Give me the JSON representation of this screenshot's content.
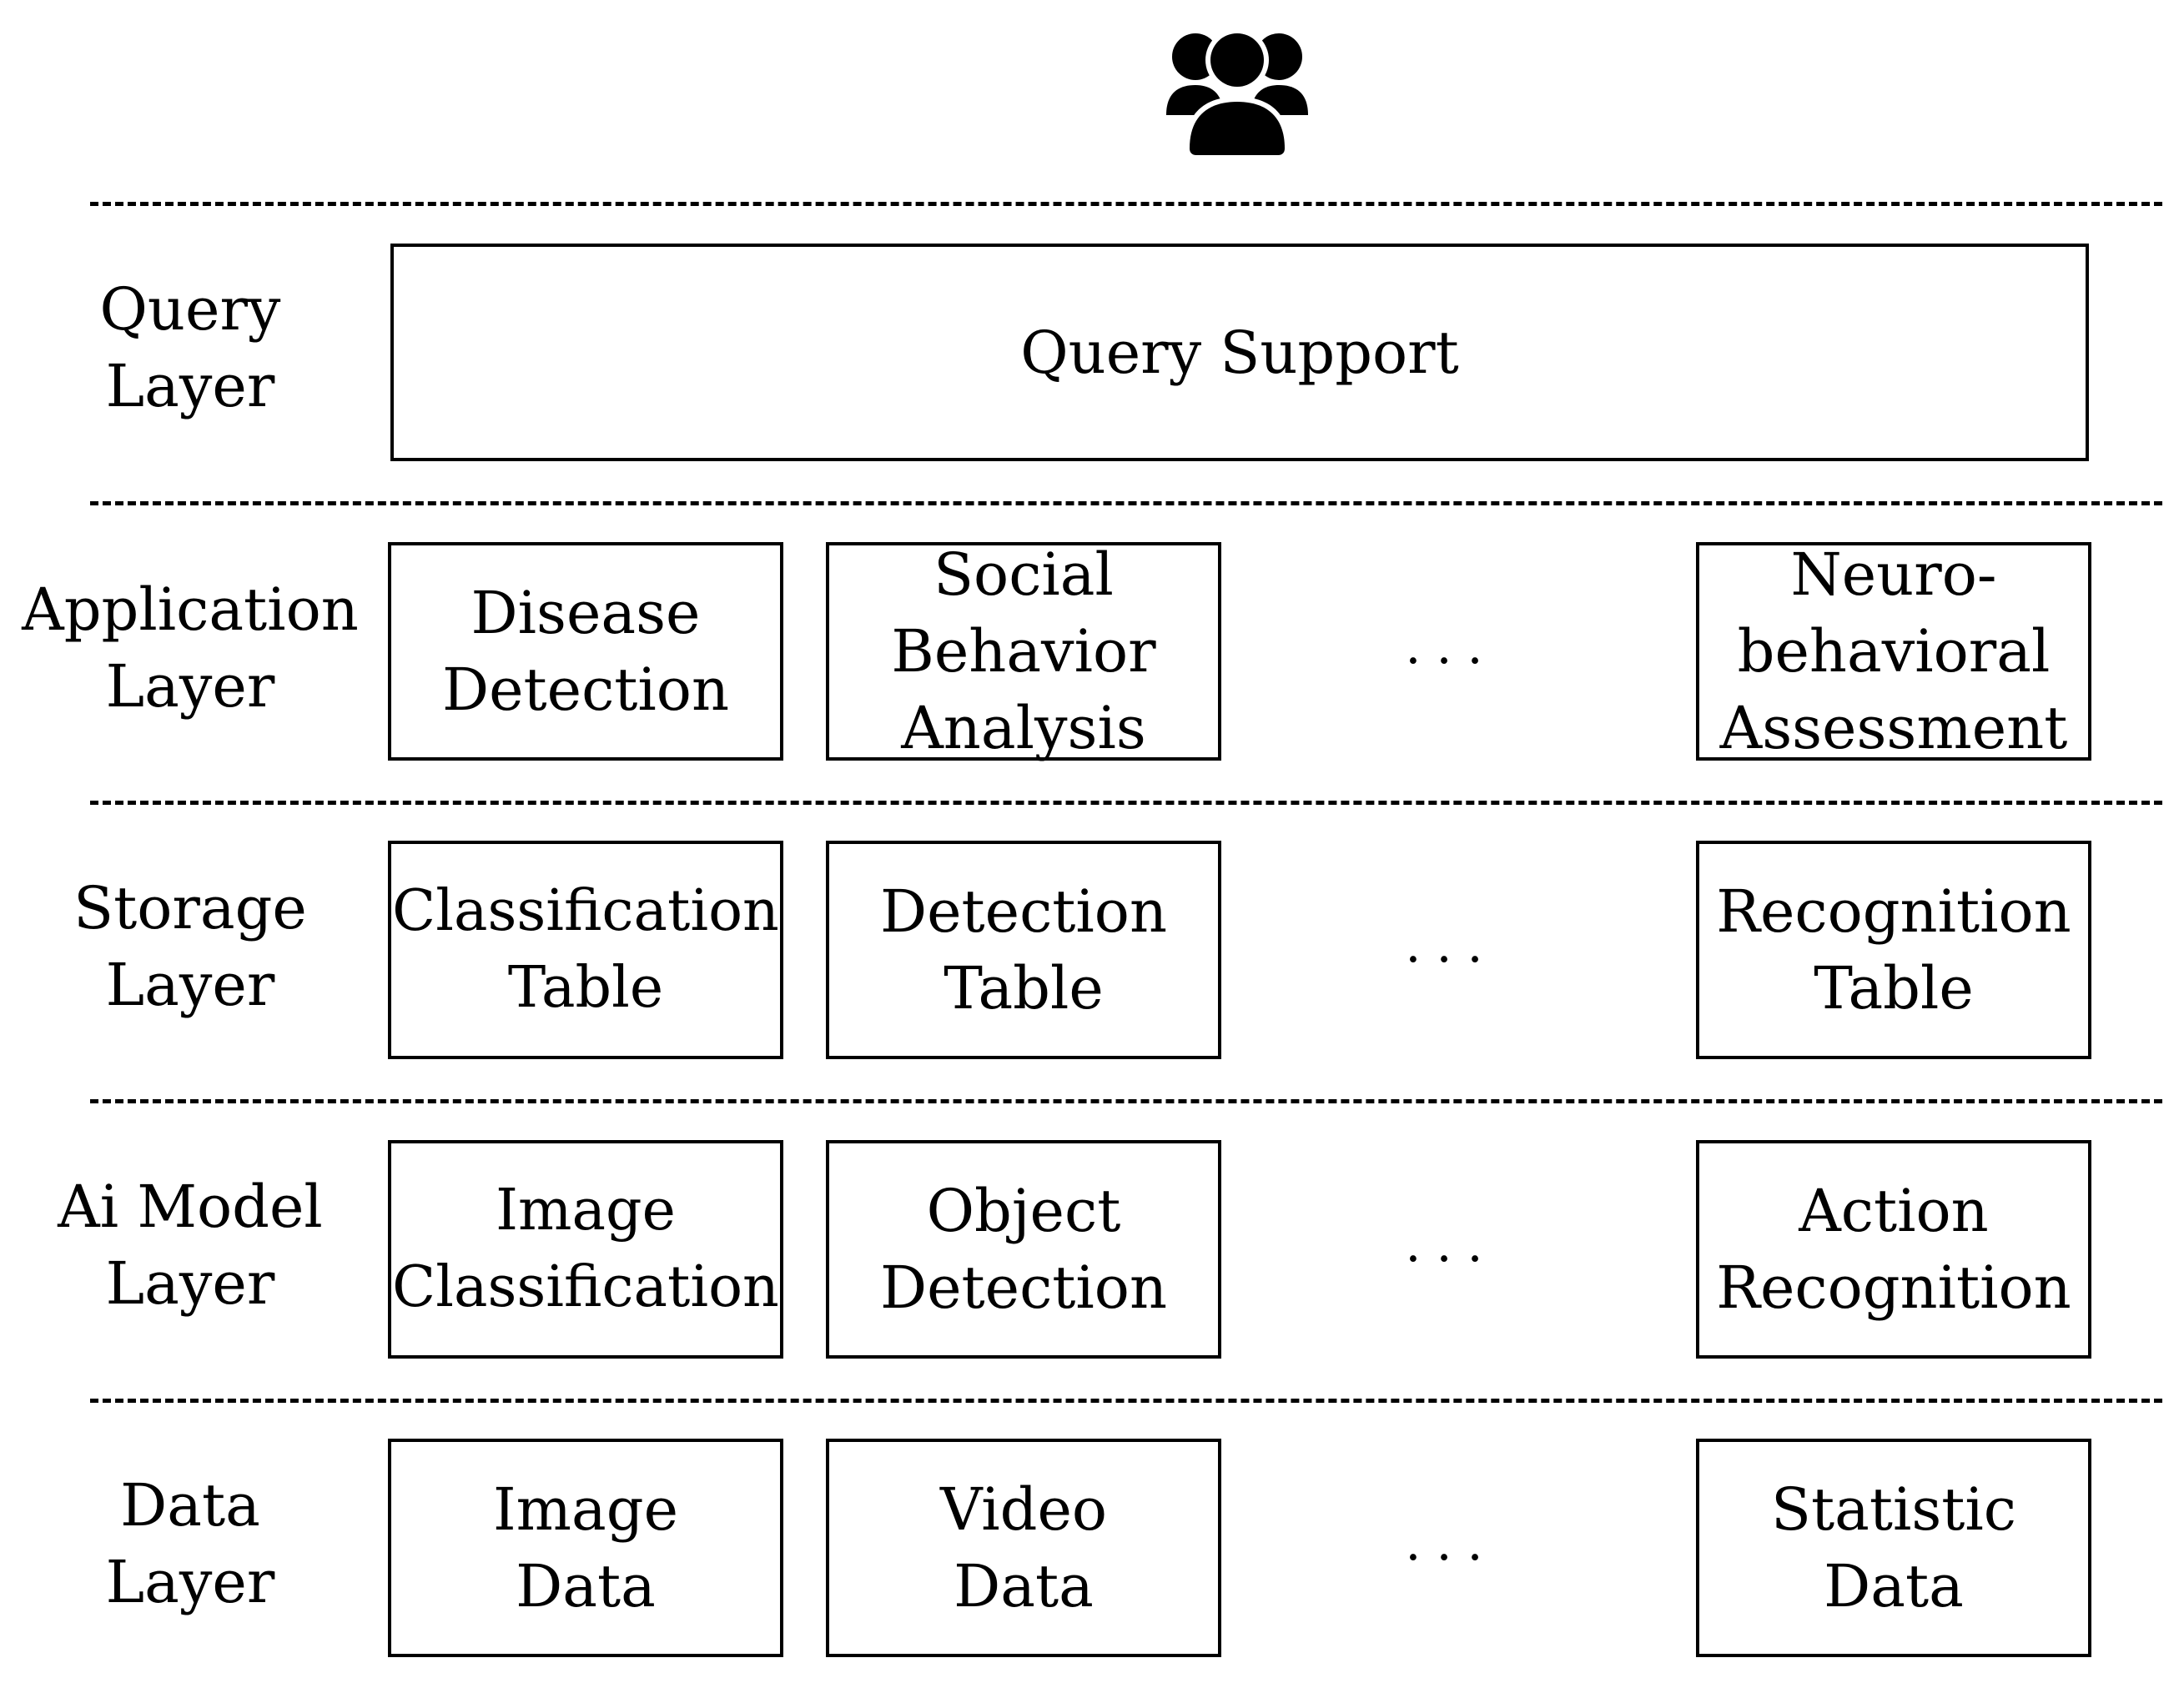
{
  "icon": {
    "name": "users-group-icon",
    "color": "#000000"
  },
  "query_layer": {
    "label": [
      "Query",
      "Layer"
    ],
    "box": [
      "Query Support"
    ]
  },
  "application_layer": {
    "label": [
      "Application",
      "Layer"
    ],
    "boxes": [
      [
        "Disease",
        "Detection"
      ],
      [
        "Social",
        "Behavior",
        "Analysis"
      ],
      [
        "Neuro-",
        "behavioral",
        "Assessment"
      ]
    ],
    "ellipsis": "..."
  },
  "storage_layer": {
    "label": [
      "Storage",
      "Layer"
    ],
    "boxes": [
      [
        "Classification",
        "Table"
      ],
      [
        "Detection",
        "Table"
      ],
      [
        "Recognition",
        "Table"
      ]
    ],
    "ellipsis": "..."
  },
  "ai_model_layer": {
    "label": [
      "Ai Model",
      "Layer"
    ],
    "boxes": [
      [
        "Image",
        "Classification"
      ],
      [
        "Object",
        "Detection"
      ],
      [
        "Action",
        "Recognition"
      ]
    ],
    "ellipsis": "..."
  },
  "data_layer": {
    "label": [
      "Data",
      "Layer"
    ],
    "boxes": [
      [
        "Image",
        "Data"
      ],
      [
        "Video",
        "Data"
      ],
      [
        "Statistic",
        "Data"
      ]
    ],
    "ellipsis": "..."
  }
}
